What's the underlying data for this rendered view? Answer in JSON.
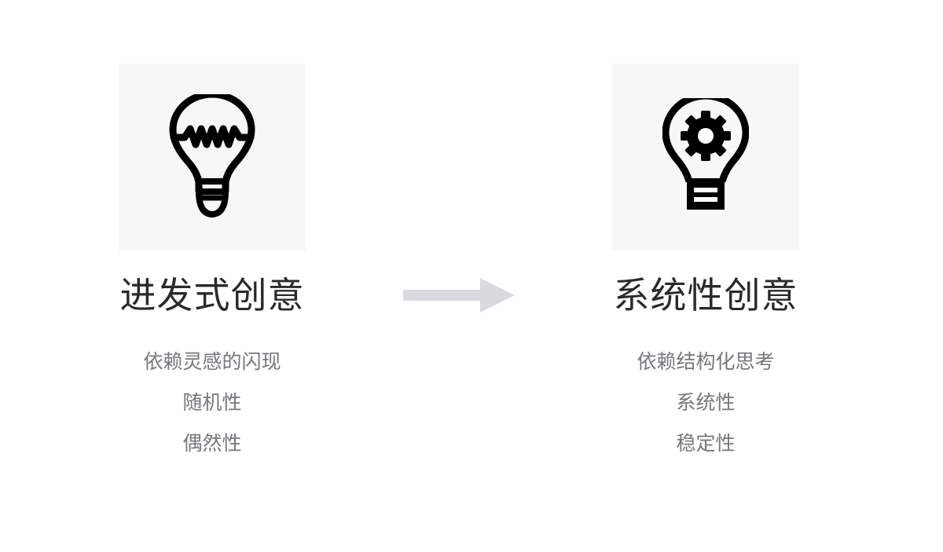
{
  "left": {
    "icon": "lightbulb-filament-icon",
    "title": "进发式创意",
    "lines": [
      "依赖灵感的闪现",
      "随机性",
      "偶然性"
    ]
  },
  "arrow": {
    "icon": "right-arrow-icon",
    "color": "#d9dadd"
  },
  "right": {
    "icon": "lightbulb-gear-icon",
    "title": "系统性创意",
    "lines": [
      "依赖结构化思考",
      "系统性",
      "稳定性"
    ]
  },
  "colors": {
    "icon_box_bg": "#f7f7f7",
    "title": "#2a2a2a",
    "description": "#77777c",
    "icon_stroke": "#000000"
  }
}
